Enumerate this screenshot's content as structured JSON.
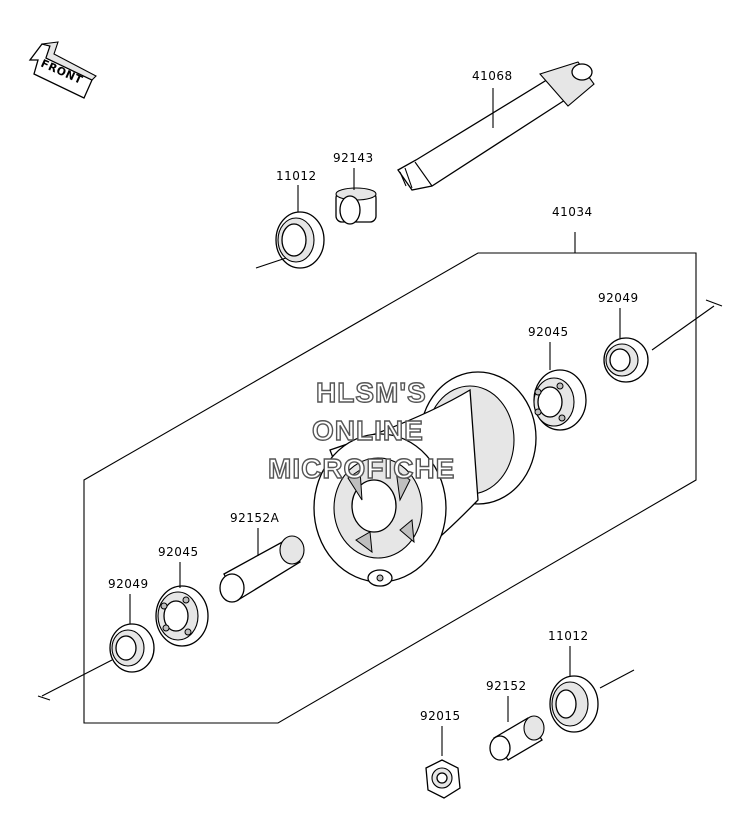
{
  "front_label": "FRONT",
  "parts": {
    "p41068": "41068",
    "p92143": "92143",
    "p11012_top": "11012",
    "p41034": "41034",
    "p92049_right": "92049",
    "p92045_right": "92045",
    "p92152A": "92152A",
    "p92045_left": "92045",
    "p92049_left": "92049",
    "p11012_bottom": "11012",
    "p92152": "92152",
    "p92015": "92015"
  },
  "watermark": {
    "line1": "HLSM'S",
    "line2": "ONLINE",
    "line3": "MICROFICHE"
  }
}
